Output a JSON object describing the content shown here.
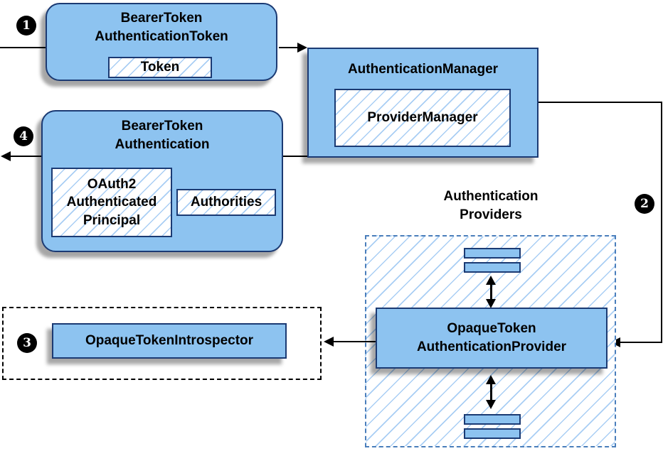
{
  "colors": {
    "node_fill": "#8dc3f0",
    "node_border": "#1b3a73",
    "hatch_line": "#a9cef4",
    "dash_blue": "#4a7ebb",
    "line": "#000000",
    "badge_bg": "#000000",
    "badge_text": "#ffffff",
    "shadow": "rgba(0,0,0,0.35)",
    "background": "#ffffff"
  },
  "badges": {
    "step1": "1",
    "step2": "2",
    "step3": "3",
    "step4": "4"
  },
  "nodes": {
    "bearer_token_auth_token": {
      "title_line1": "BearerToken",
      "title_line2": "AuthenticationToken",
      "token_label": "Token"
    },
    "authentication_manager": {
      "title": "AuthenticationManager",
      "provider_manager_label": "ProviderManager"
    },
    "bearer_token_authentication": {
      "title_line1": "BearerToken",
      "title_line2": "Authentication",
      "principal_line1": "OAuth2",
      "principal_line2": "Authenticated",
      "principal_line3": "Principal",
      "authorities_label": "Authorities"
    },
    "providers_group": {
      "label_line1": "Authentication",
      "label_line2": "Providers"
    },
    "opaque_token_auth_provider": {
      "title_line1": "OpaqueToken",
      "title_line2": "AuthenticationProvider"
    },
    "opaque_token_introspector": {
      "title": "OpaqueTokenIntrospector"
    }
  }
}
